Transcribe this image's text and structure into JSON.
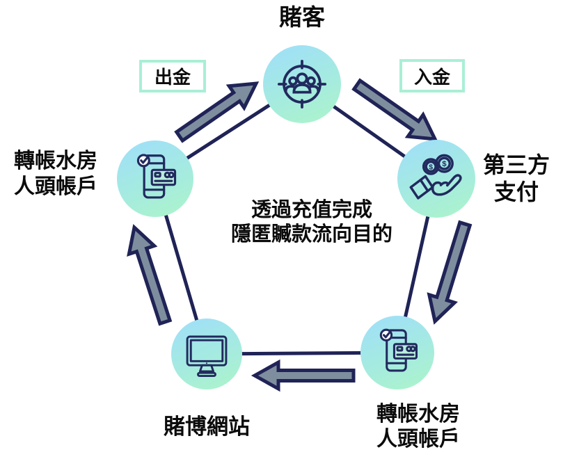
{
  "diagram": {
    "coin_symbol": "$",
    "center_note": {
      "line1": "透過充值完成",
      "line2": "隱匿贓款流向目的"
    },
    "flow_labels": {
      "withdraw": "出金",
      "deposit": "入金"
    },
    "nodes": {
      "gambler": {
        "label": "賭客",
        "icon": "crosshair-group-icon"
      },
      "third_party_payment": {
        "line1": "第三方",
        "line2": "支付",
        "icon": "coins-in-hand-icon"
      },
      "mule_account_right": {
        "line1": "轉帳水房",
        "line2": "人頭帳戶",
        "icon": "phone-card-icon"
      },
      "gambling_website": {
        "label": "賭博網站",
        "icon": "desktop-monitor-icon"
      },
      "mule_account_left": {
        "line1": "轉帳水房",
        "line2": "人頭帳戶",
        "icon": "phone-card-icon"
      }
    },
    "colors": {
      "outline_navy": "#1f2356",
      "arrow_fill": "#7e8e9e",
      "node_gradient_top": "#9fe0f8",
      "node_gradient_bottom": "#aaf2cf",
      "label_box_border": "#a9efd5",
      "card_fill": "#b9eedd",
      "text": "#0b0b0b",
      "background": "#ffffff"
    }
  }
}
